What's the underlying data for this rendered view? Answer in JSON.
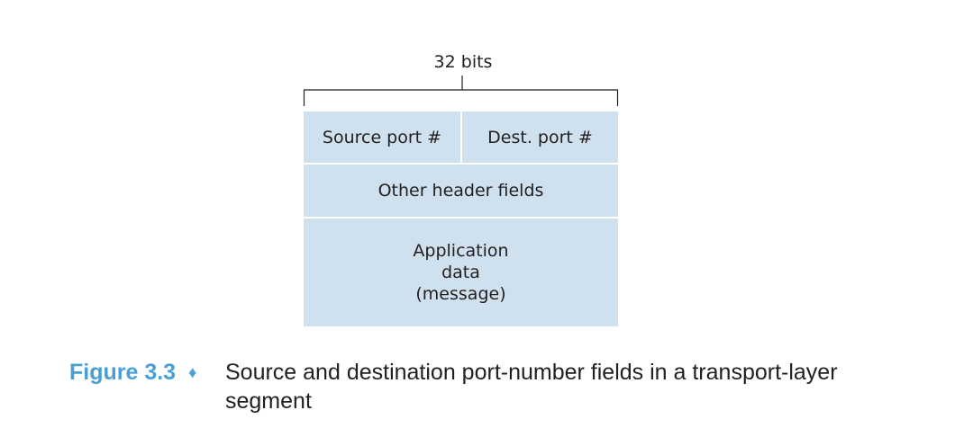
{
  "diagram": {
    "width_label": "32 bits",
    "fields": {
      "source_port": "Source port #",
      "dest_port": "Dest. port #",
      "other_header": "Other header fields",
      "application_data": [
        "Application",
        "data",
        "(message)"
      ]
    },
    "colors": {
      "cell_fill": "#cfe1ee",
      "accent": "#4a9fd6"
    }
  },
  "caption": {
    "figure_number": "Figure 3.3",
    "separator_icon": "diamond-icon",
    "text": "Source and destination port-number fields in a transport-layer segment"
  }
}
